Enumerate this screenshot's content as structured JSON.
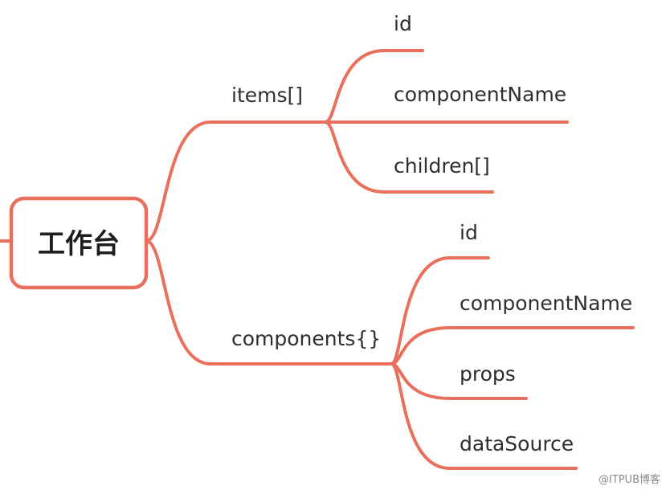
{
  "mindmap": {
    "root": {
      "label": "工作台"
    },
    "branches": [
      {
        "label": "items[]",
        "children": [
          {
            "label": "id"
          },
          {
            "label": "componentName"
          },
          {
            "label": "children[]"
          }
        ]
      },
      {
        "label": "components{}",
        "children": [
          {
            "label": "id"
          },
          {
            "label": "componentName"
          },
          {
            "label": "props"
          },
          {
            "label": "dataSource"
          }
        ]
      }
    ]
  },
  "watermark": {
    "text": "@ITPUB博客"
  },
  "colors": {
    "edge": "#e9705c",
    "text": "#2e2e2e",
    "root_text": "#1e1e1e"
  }
}
